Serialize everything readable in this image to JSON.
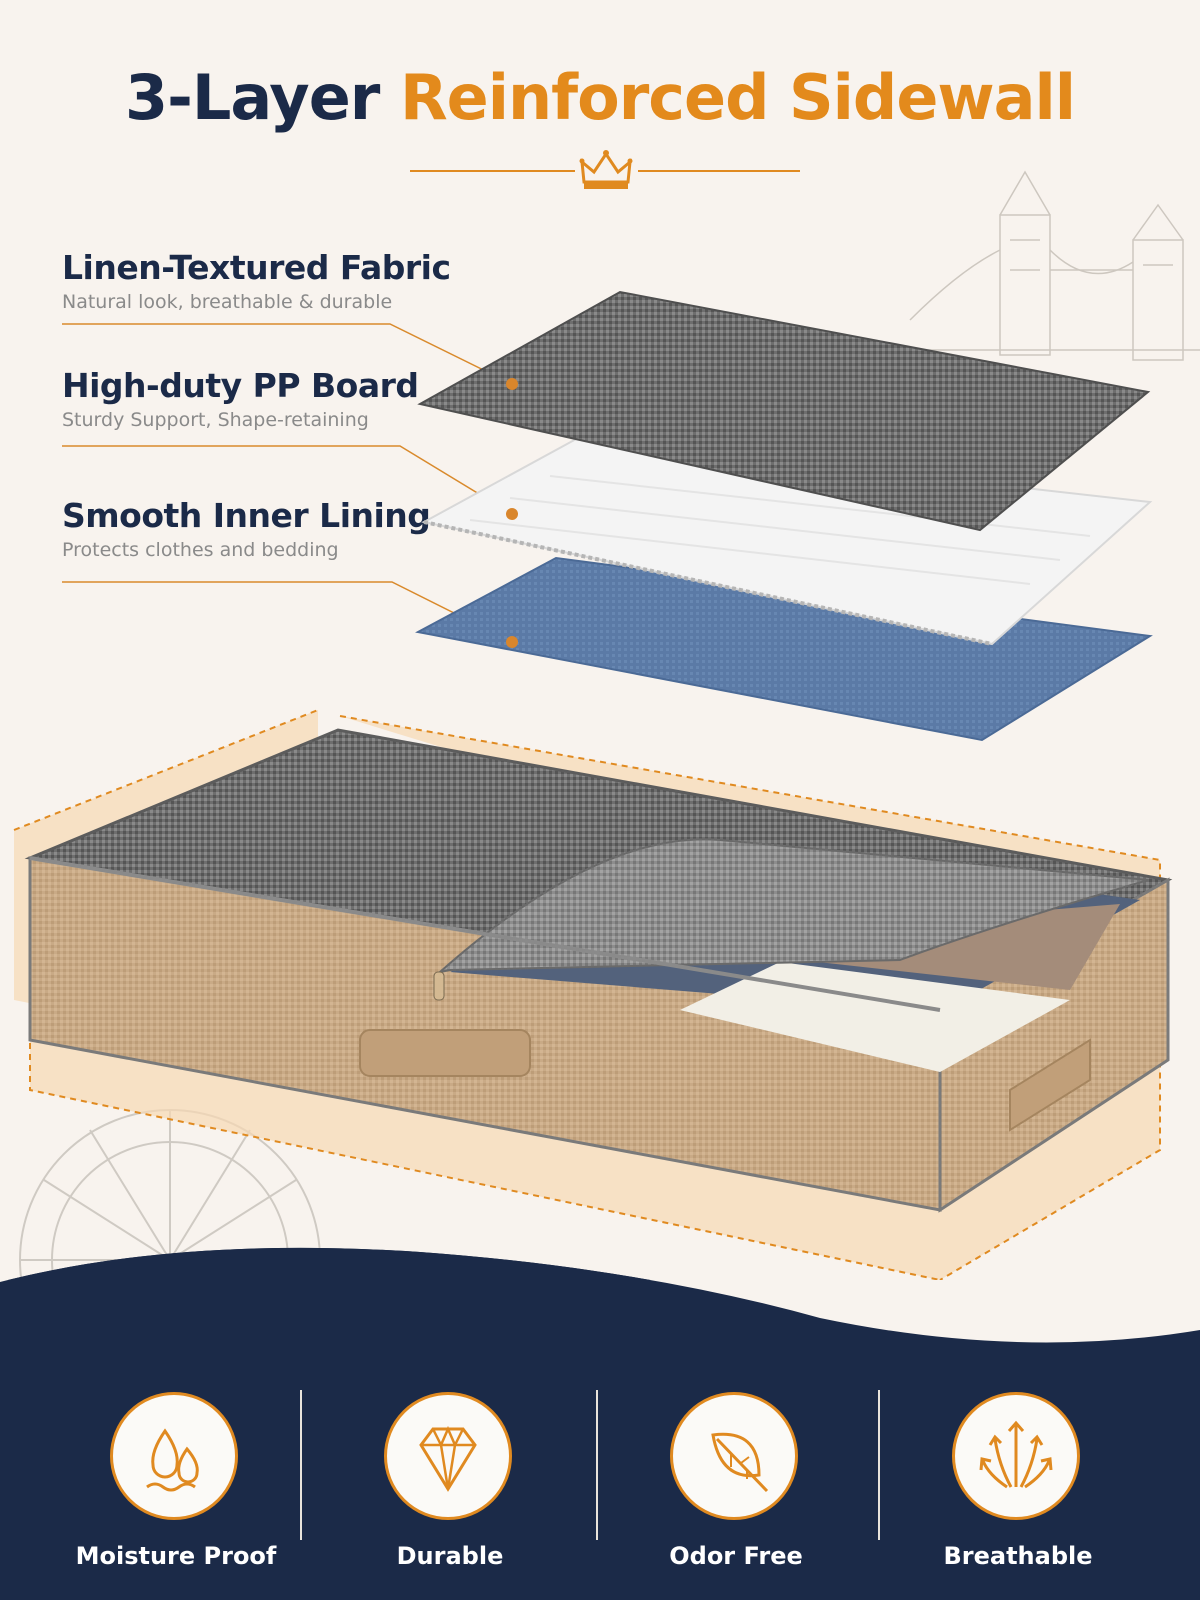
{
  "heading": {
    "part1": "3-Layer",
    "part2": "Reinforced Sidewall"
  },
  "layers": [
    {
      "title": "Linen-Textured Fabric",
      "subtitle": "Natural look, breathable & durable"
    },
    {
      "title": "High-duty PP Board",
      "subtitle": "Sturdy Support, Shape-retaining"
    },
    {
      "title": "Smooth Inner Lining",
      "subtitle": "Protects clothes and bedding"
    }
  ],
  "features": [
    {
      "label": "Moisture Proof",
      "icon": "water-drops-icon"
    },
    {
      "label": "Durable",
      "icon": "diamond-icon"
    },
    {
      "label": "Odor Free",
      "icon": "leaf-icon"
    },
    {
      "label": "Breathable",
      "icon": "airflow-arrows-icon"
    }
  ],
  "colors": {
    "navy": "#1b2a48",
    "orange": "#e38a1c",
    "background": "#f8f3ee",
    "fabric_gray": "#6f6f6f",
    "lining_blue": "#5b7aa6",
    "box_tan": "#c9aa86"
  }
}
